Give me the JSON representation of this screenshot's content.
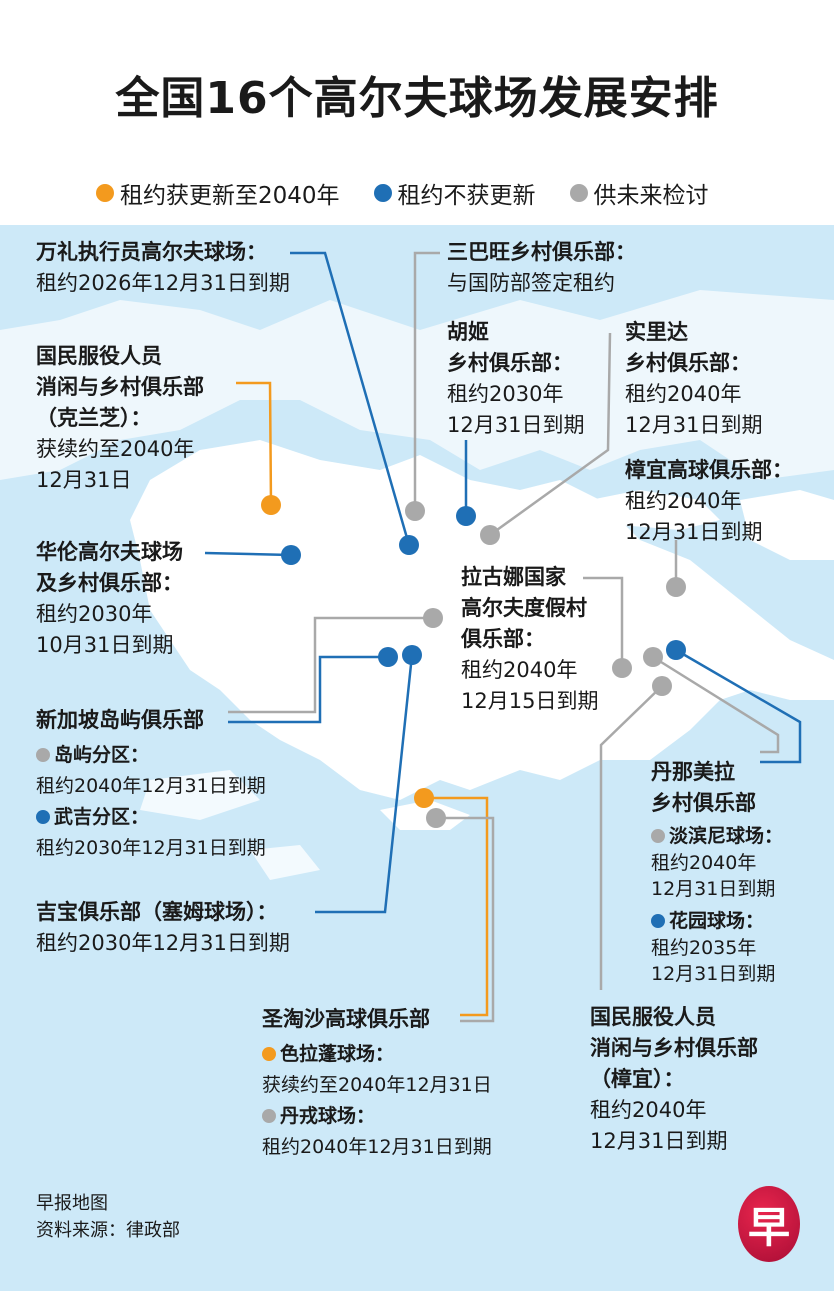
{
  "title": "全国16个高尔夫球场发展安排",
  "colors": {
    "renewed": "#f39a1e",
    "not_renewed": "#1f6fb5",
    "review": "#a9a9a9",
    "sea": "#cde9f8",
    "land": "#ffffff"
  },
  "legend": [
    {
      "label": "租约获更新至2040年",
      "color": "#f39a1e"
    },
    {
      "label": "租约不获更新",
      "color": "#1f6fb5"
    },
    {
      "label": "供未来检讨",
      "color": "#a9a9a9"
    }
  ],
  "clubs": {
    "mandai": {
      "name": "万礼执行员高尔夫球场：",
      "lines": [
        "租约2026年12月31日到期"
      ]
    },
    "sembawang": {
      "name": "三巴旺乡村俱乐部：",
      "lines": [
        "与国防部签定租约"
      ]
    },
    "orchid": {
      "name": [
        "胡姬",
        "乡村俱乐部："
      ],
      "lines": [
        "租约2030年",
        "12月31日到期"
      ]
    },
    "seletar": {
      "name": [
        "实里达",
        "乡村俱乐部："
      ],
      "lines": [
        "租约2040年",
        "12月31日到期"
      ]
    },
    "nsrcc_kranji": {
      "name": [
        "国民服役人员",
        "消闲与乡村俱乐部",
        "（克兰芝）："
      ],
      "lines": [
        "获续约至2040年",
        "12月31日"
      ]
    },
    "changi_golf": {
      "name": "樟宜高球俱乐部：",
      "lines": [
        "租约2040年",
        "12月31日到期"
      ]
    },
    "warren": {
      "name": [
        "华伦高尔夫球场",
        "及乡村俱乐部："
      ],
      "lines": [
        "租约2030年",
        "10月31日到期"
      ]
    },
    "laguna": {
      "name": [
        "拉古娜国家",
        "高尔夫度假村",
        "俱乐部："
      ],
      "lines": [
        "租约2040年",
        "12月15日到期"
      ]
    },
    "sicc": {
      "name": "新加坡岛屿俱乐部",
      "sub": [
        {
          "name": "岛屿分区：",
          "color": "#a9a9a9",
          "lines": [
            "租约2040年12月31日到期"
          ]
        },
        {
          "name": "武吉分区：",
          "color": "#1f6fb5",
          "lines": [
            "租约2030年12月31日到期"
          ]
        }
      ]
    },
    "keppel": {
      "name": "吉宝俱乐部（塞姆球场）：",
      "lines": [
        "租约2030年12月31日到期"
      ]
    },
    "tanah_merah": {
      "name": [
        "丹那美拉",
        "乡村俱乐部"
      ],
      "sub": [
        {
          "name": "淡滨尼球场：",
          "color": "#a9a9a9",
          "lines": [
            "租约2040年",
            "12月31日到期"
          ]
        },
        {
          "name": "花园球场：",
          "color": "#1f6fb5",
          "lines": [
            "租约2035年",
            "12月31日到期"
          ]
        }
      ]
    },
    "sentosa": {
      "name": "圣淘沙高球俱乐部",
      "sub": [
        {
          "name": "色拉蓬球场：",
          "color": "#f39a1e",
          "lines": [
            "获续约至2040年12月31日"
          ]
        },
        {
          "name": "丹戎球场：",
          "color": "#a9a9a9",
          "lines": [
            "租约2040年12月31日到期"
          ]
        }
      ]
    },
    "nsrcc_changi": {
      "name": [
        "国民服役人员",
        "消闲与乡村俱乐部",
        "（樟宜）："
      ],
      "lines": [
        "租约2040年",
        "12月31日到期"
      ]
    }
  },
  "footer": {
    "credit": "早报地图",
    "source": "资料来源：律政部",
    "logo_text": "早"
  }
}
